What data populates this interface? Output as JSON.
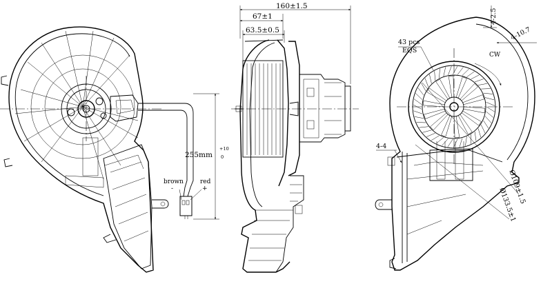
{
  "dimensions": {
    "overall_length": "160±1.5",
    "motor_length": "67±1",
    "flange_length": "63.5±0.5",
    "cable_length": "255mm",
    "cable_tolerance_upper": "+10",
    "cable_tolerance_lower": "0",
    "mount_offset_a": "4-2.5",
    "mount_offset_b": "4-10.7",
    "side_mount": "4-4",
    "impeller_diameter": "Ø109±1.5",
    "housing_diameter": "Ø133.5±1"
  },
  "labels": {
    "blade_count": "43 pcs",
    "blade_spacing": "EQS",
    "rotation": "CW",
    "wire_brown": "brown",
    "wire_red": "red",
    "polarity_minus": "-",
    "polarity_plus": "+"
  }
}
